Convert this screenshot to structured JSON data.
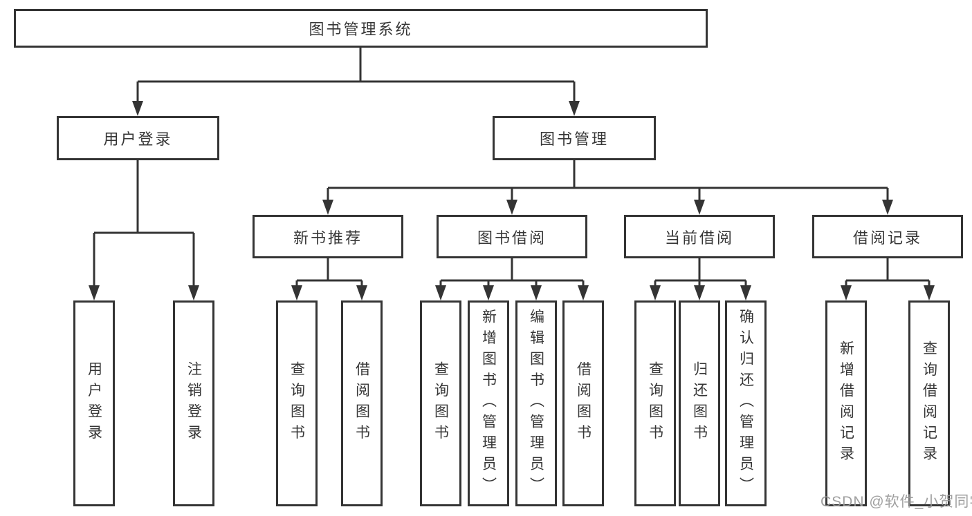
{
  "diagram": {
    "title": "图书管理系统",
    "level2": [
      "用户登录",
      "图书管理"
    ],
    "level3": [
      "新书推荐",
      "图书借阅",
      "当前借阅",
      "借阅记录"
    ],
    "leaves": {
      "user_login": [
        "用户登录",
        "注销登录"
      ],
      "new_book_recommend": [
        "查询图书",
        "借阅图书"
      ],
      "book_borrow": [
        "查询图书",
        "新增图书（管理员）",
        "编辑图书（管理员）",
        "借阅图书"
      ],
      "current_borrow": [
        "查询图书",
        "归还图书",
        "确认归还（管理员）"
      ],
      "borrow_records": [
        "新增借阅记录",
        "查询借阅记录"
      ]
    }
  },
  "watermark": "CSDN @软件_小贺同学",
  "colors": {
    "line": "#343434",
    "text": "#363636",
    "watermark": "#9a9a9a",
    "background": "#ffffff"
  }
}
